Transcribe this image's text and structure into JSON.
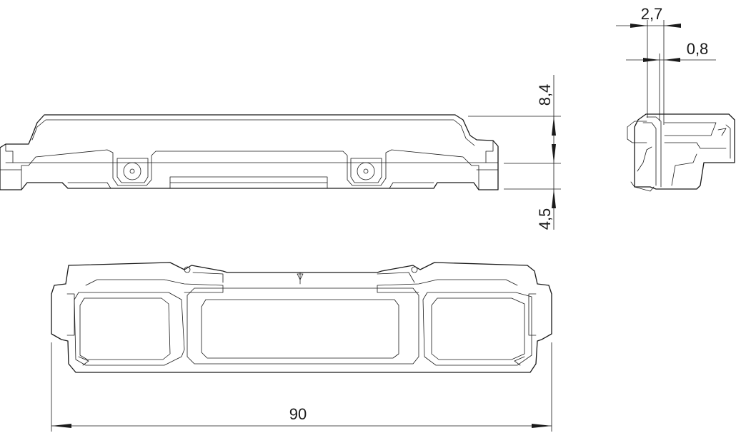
{
  "dimensions": {
    "width_90": "90",
    "height_8_4": "8,4",
    "height_4_5": "4,5",
    "side_2_7": "2,7",
    "side_0_8": "0,8"
  }
}
